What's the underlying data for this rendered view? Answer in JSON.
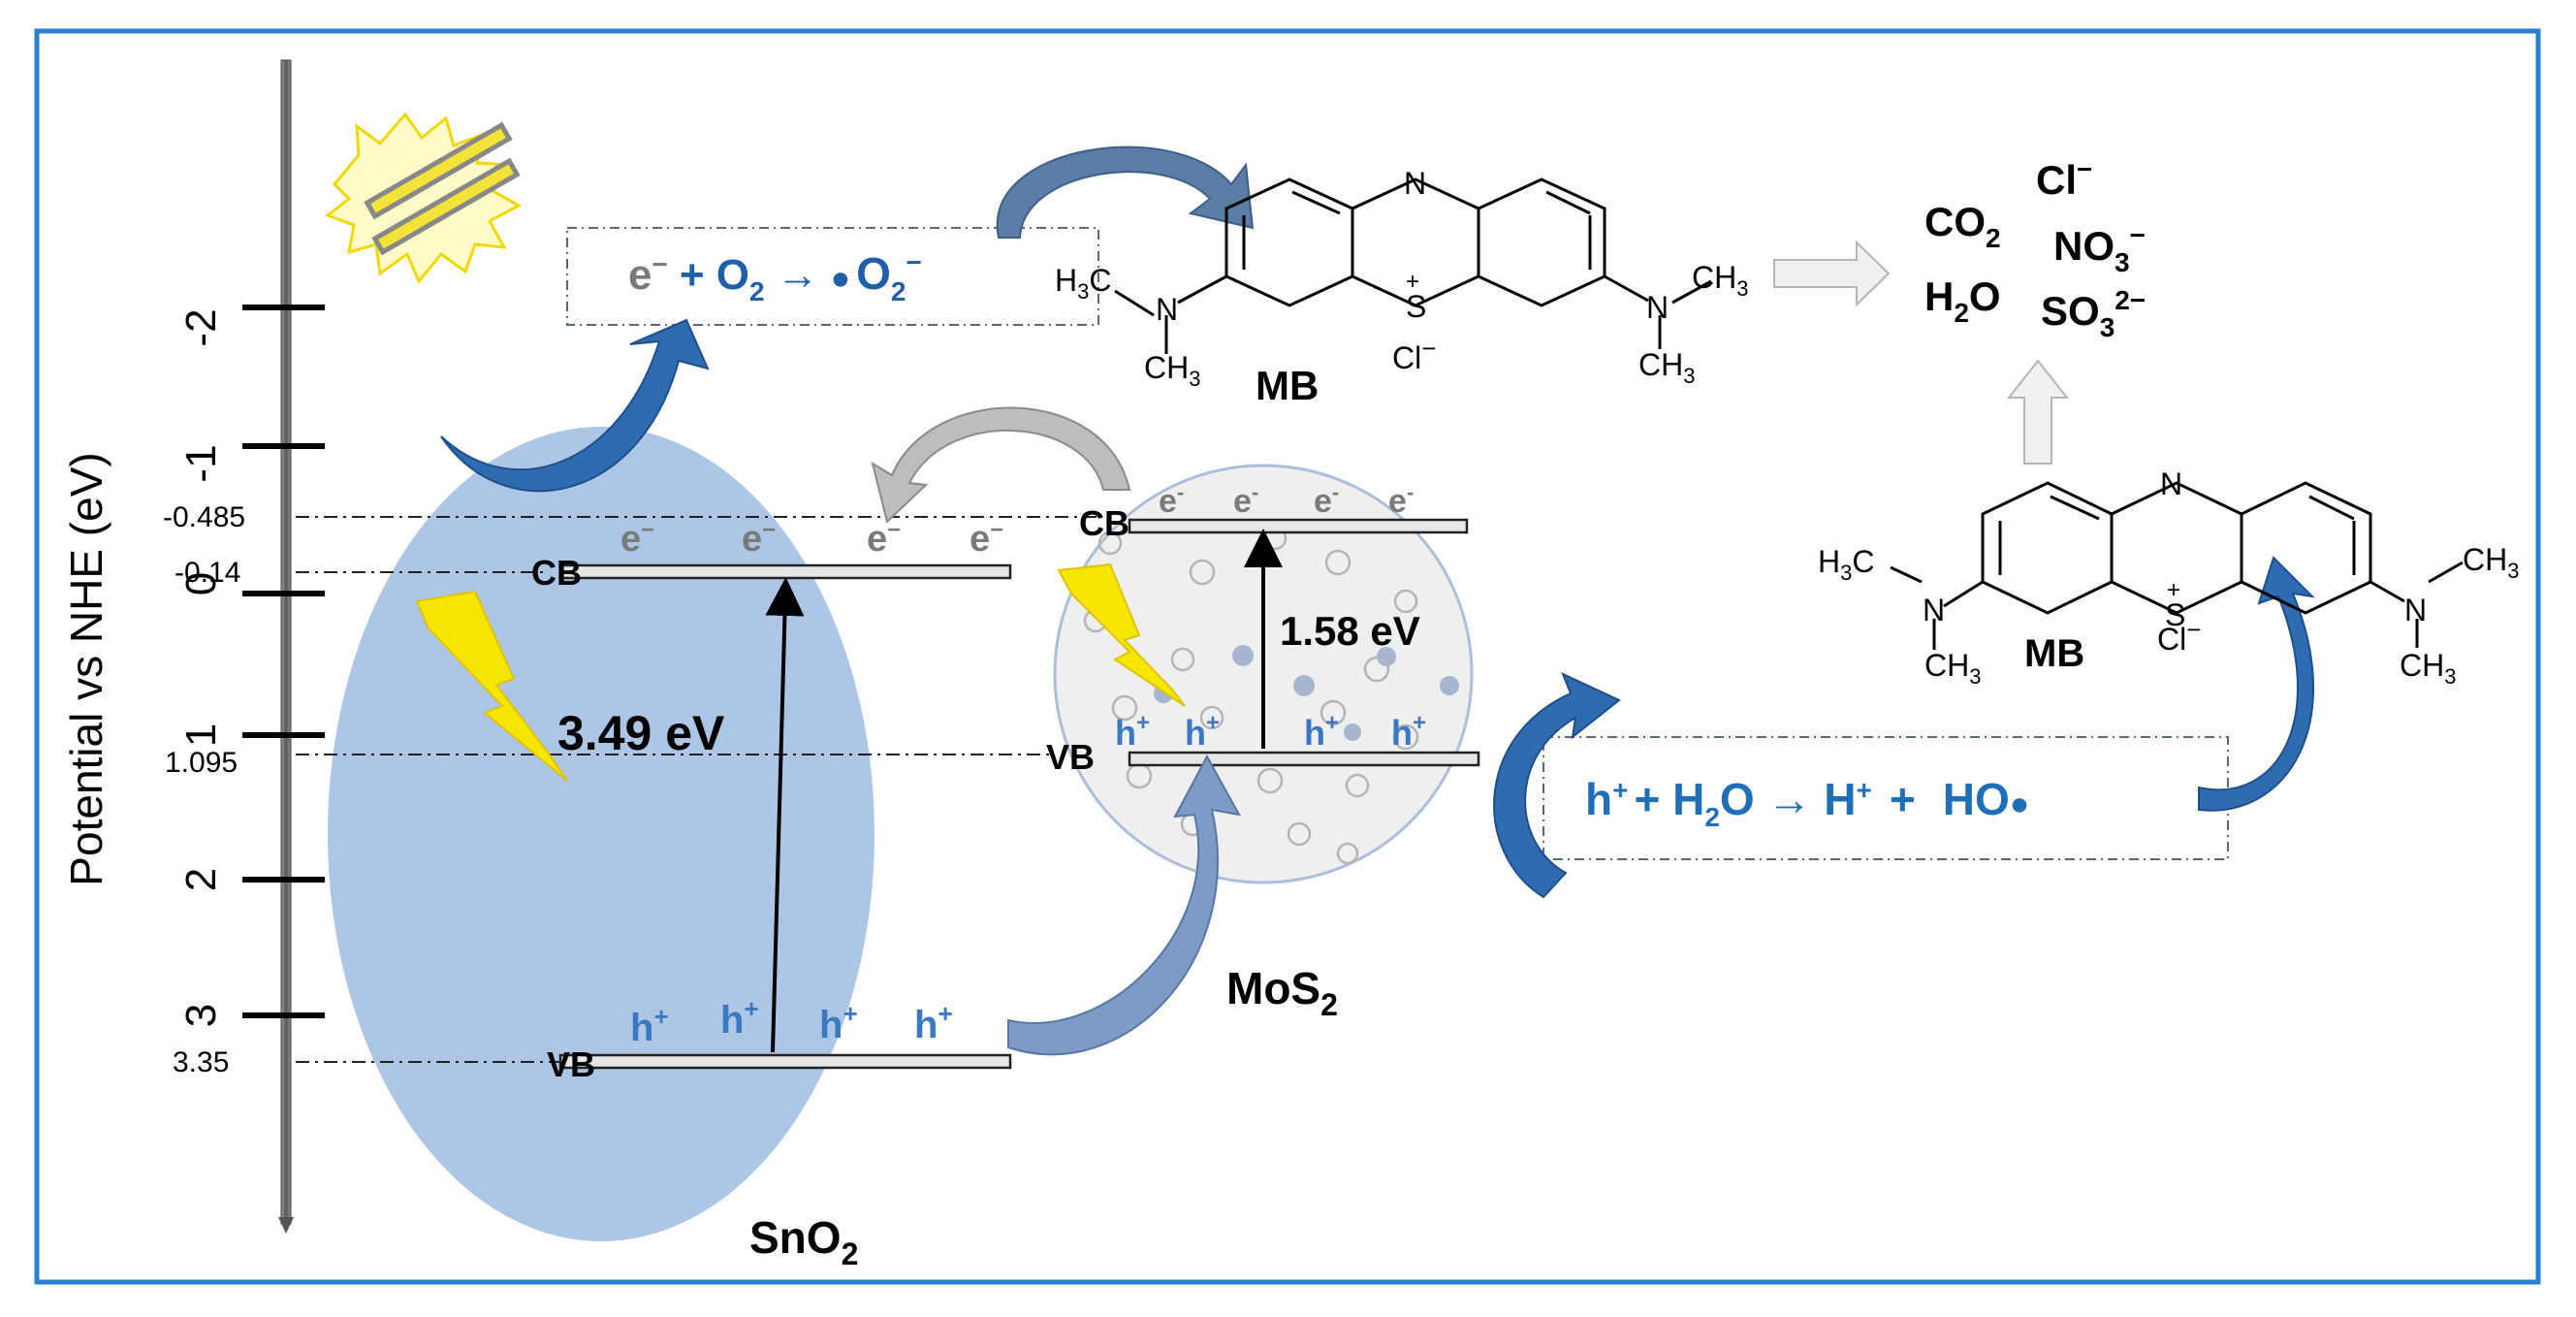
{
  "axis": {
    "title": "Potential vs NHE (eV)",
    "ticks": [
      "-2",
      "-1",
      "0",
      "1",
      "2",
      "3"
    ],
    "levels": [
      "-0.485",
      "-0.14",
      "1.095",
      "3.35"
    ]
  },
  "sno2": {
    "label_main": "SnO",
    "label_sub": "2",
    "cb_label": "CB",
    "vb_label": "VB",
    "gap": "3.49 eV",
    "electron": "e",
    "electron_sup": "−",
    "hole": "h",
    "hole_sup": "+"
  },
  "mos2": {
    "label_main": "MoS",
    "label_sub": "2",
    "cb_label": "CB",
    "vb_label": "VB",
    "gap": "1.58 eV",
    "electron": "e",
    "electron_sup": "-",
    "hole": "h",
    "hole_sup": "+"
  },
  "reaction1": {
    "e": "e",
    "e_sup": "−",
    "plus_o": "+ O",
    "o_sub": "2",
    "arrow": "→",
    "dot": "●",
    "prod": "O",
    "prod_sub": "2",
    "prod_sup": "−"
  },
  "reaction2": {
    "h": "h",
    "h_sup": "+",
    "plus": "+ H",
    "h2_sub": "2",
    "o_arrow": "O → H",
    "hplus_sup": "+",
    "plus2": "+",
    "ho": "HO",
    "dot": "●"
  },
  "mb": {
    "label": "MB",
    "n": "N",
    "s": "S",
    "s_charge": "+",
    "cl": "Cl",
    "cl_charge": "−",
    "h3c": "H",
    "h3c_sub": "3",
    "h3c_c": "C",
    "ch3": "CH",
    "ch3_sub": "3"
  },
  "products": {
    "co2": "CO",
    "co2_sub": "2",
    "h2o_h": "H",
    "h2o_sub": "2",
    "h2o_o": "O",
    "cl": "Cl",
    "cl_sup": "−",
    "no3": "NO",
    "no3_sub": "3",
    "no3_sup": "−",
    "so3": "SO",
    "so3_sub": "3",
    "so3_sup": "2−"
  },
  "colors": {
    "frame": "#2a7fd4",
    "sno2_fill": "#adc6e6",
    "mos2_fill": "#efefef",
    "dark_arrow": "#2f6bb0",
    "reaction_blue": "#1e5fa8",
    "hole_blue": "#3a78c2",
    "lightning": "#f5e600"
  }
}
